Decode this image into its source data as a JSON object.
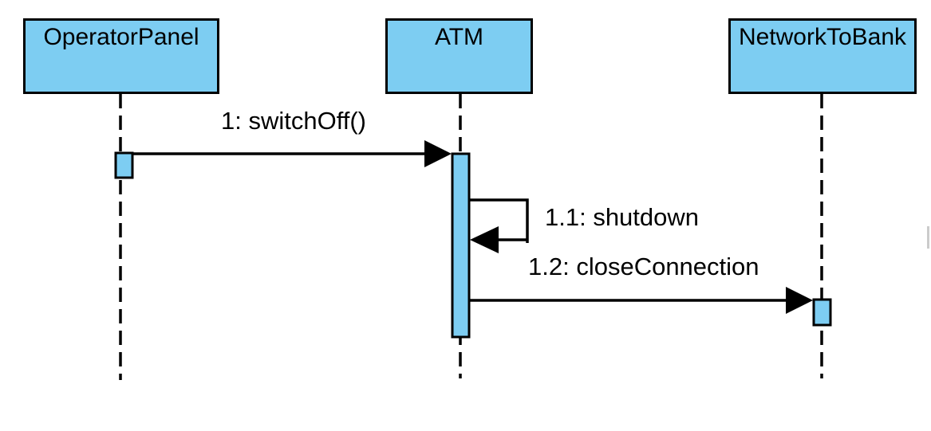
{
  "diagram_type": "uml-sequence-diagram",
  "colors": {
    "shape_fill": "#7DCDF2",
    "stroke": "#000000",
    "background": "#FFFFFF",
    "scrollbar_artifact": "#CBCBCB"
  },
  "lifelines": [
    {
      "name": "OperatorPanel"
    },
    {
      "name": "ATM"
    },
    {
      "name": "NetworkToBank"
    }
  ],
  "messages": [
    {
      "label": "1: switchOff()",
      "from": "OperatorPanel",
      "to": "ATM",
      "kind": "call"
    },
    {
      "label": "1.1: shutdown",
      "from": "ATM",
      "to": "ATM",
      "kind": "self-call"
    },
    {
      "label": "1.2: closeConnection",
      "from": "ATM",
      "to": "NetworkToBank",
      "kind": "call"
    }
  ]
}
